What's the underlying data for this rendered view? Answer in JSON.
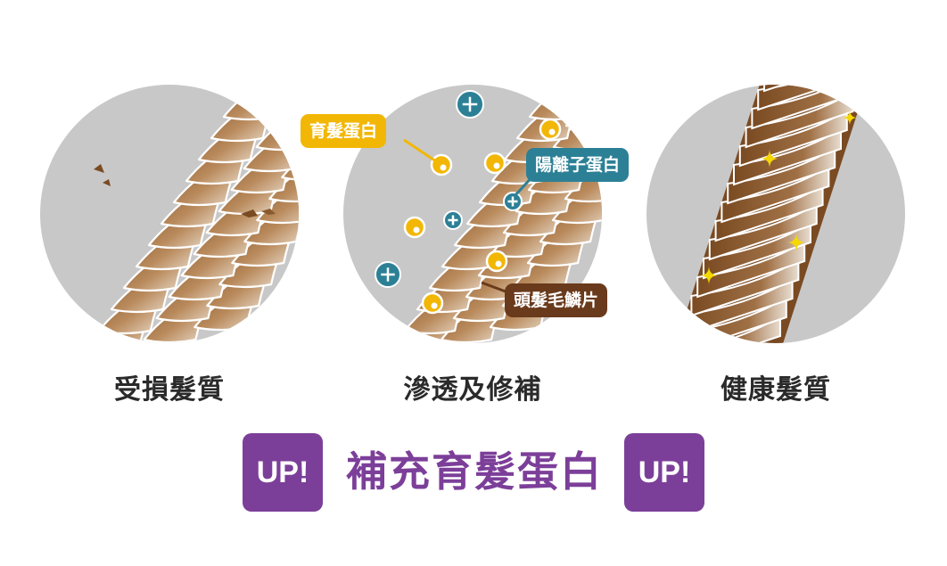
{
  "panels": [
    {
      "caption": "受損髮質"
    },
    {
      "caption": "滲透及修補"
    },
    {
      "caption": "健康髮質"
    }
  ],
  "callouts": {
    "protein": "育髮蛋白",
    "cation": "陽離子蛋白",
    "scale": "頭髮毛鱗片"
  },
  "banner": {
    "badge_left": "UP!",
    "text": "補充育髮蛋白",
    "badge_right": "UP!"
  },
  "colors": {
    "circle_bg": "#c8c8c8",
    "hair_brown": "#7a4a22",
    "protein_yellow": "#f2b705",
    "cation_teal": "#2c8096",
    "scale_brown": "#6a3a1c",
    "banner_purple": "#7c3f99",
    "sparkle_yellow": "#f5d800"
  },
  "icons": [
    "plus-icon",
    "sparkle-icon",
    "particle-dot"
  ]
}
